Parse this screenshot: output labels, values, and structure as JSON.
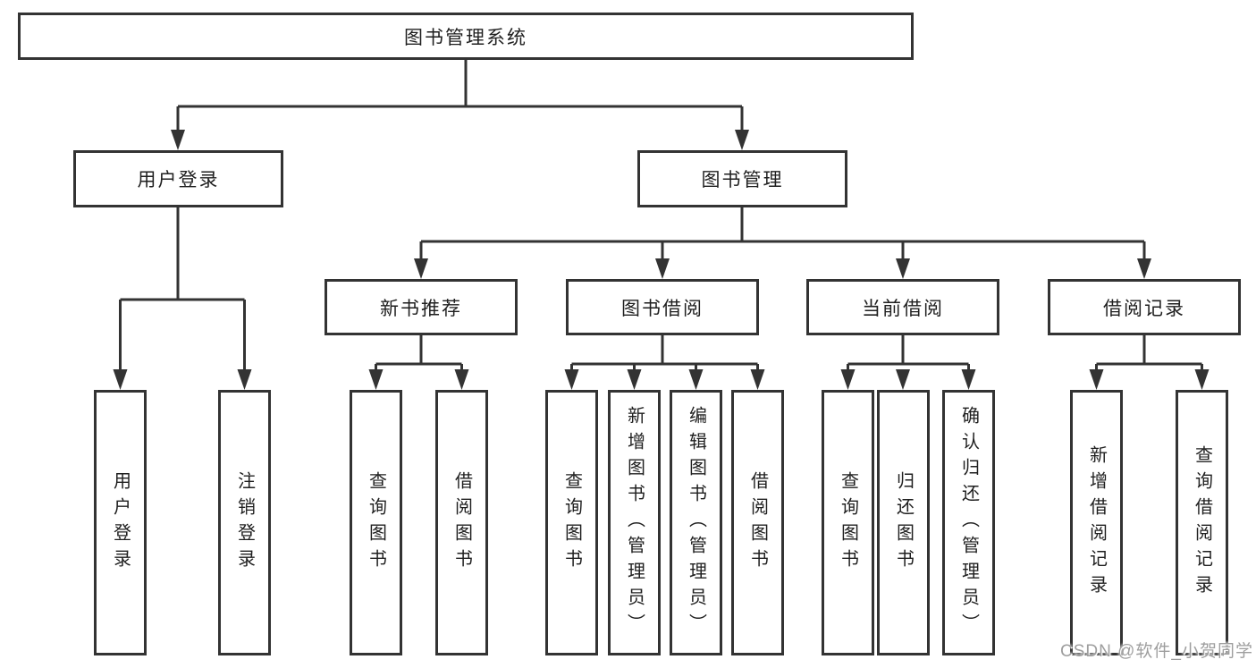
{
  "diagram": {
    "root": {
      "label": "图书管理系统"
    },
    "level2": [
      {
        "label": "用户登录"
      },
      {
        "label": "图书管理"
      }
    ],
    "level3": [
      {
        "label": "新书推荐",
        "parent": "图书管理"
      },
      {
        "label": "图书借阅",
        "parent": "图书管理"
      },
      {
        "label": "当前借阅",
        "parent": "图书管理"
      },
      {
        "label": "借阅记录",
        "parent": "图书管理"
      }
    ],
    "leafGroups": [
      {
        "parent": "用户登录",
        "items": [
          {
            "label": "用户登录"
          },
          {
            "label": "注销登录"
          }
        ]
      },
      {
        "parent": "新书推荐",
        "items": [
          {
            "label": "查询图书"
          },
          {
            "label": "借阅图书"
          }
        ]
      },
      {
        "parent": "图书借阅",
        "items": [
          {
            "label": "查询图书"
          },
          {
            "label": "新增图书（管理员）"
          },
          {
            "label": "编辑图书（管理员）"
          },
          {
            "label": "借阅图书"
          }
        ]
      },
      {
        "parent": "当前借阅",
        "items": [
          {
            "label": "查询图书"
          },
          {
            "label": "归还图书"
          },
          {
            "label": "确认归还（管理员）"
          }
        ]
      },
      {
        "parent": "借阅记录",
        "items": [
          {
            "label": "新增借阅记录"
          },
          {
            "label": "查询借阅记录"
          }
        ]
      }
    ]
  },
  "watermark": {
    "text": "CSDN @软件_小贺同学"
  },
  "colors": {
    "line": "#333333",
    "text": "#1f1f1f",
    "watermark": "#9e9e9e",
    "background": "#ffffff"
  }
}
